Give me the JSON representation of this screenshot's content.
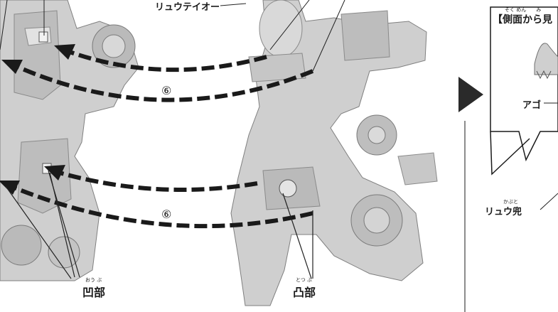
{
  "labels": {
    "top_robot_name": "リュウテイオー",
    "step_number_upper": "⑥",
    "step_number_lower": "⑥",
    "concave_part": "凹部",
    "concave_ruby": "おう ぶ",
    "convex_part": "凸部",
    "convex_ruby": "とつ ぶ"
  },
  "side_panel": {
    "title": "【側面から見",
    "title_ruby": "そく めん　　み",
    "jaw_label": "アゴ",
    "helmet_label": "リュウ兜",
    "helmet_ruby": "かぶと"
  },
  "colors": {
    "robot_fill": "#cfcfcf",
    "robot_dark": "#9a9a9a",
    "arrow": "#1a1a1a",
    "divider": "#1a1a1a",
    "pointer_arrow": "#2a2a2a"
  }
}
